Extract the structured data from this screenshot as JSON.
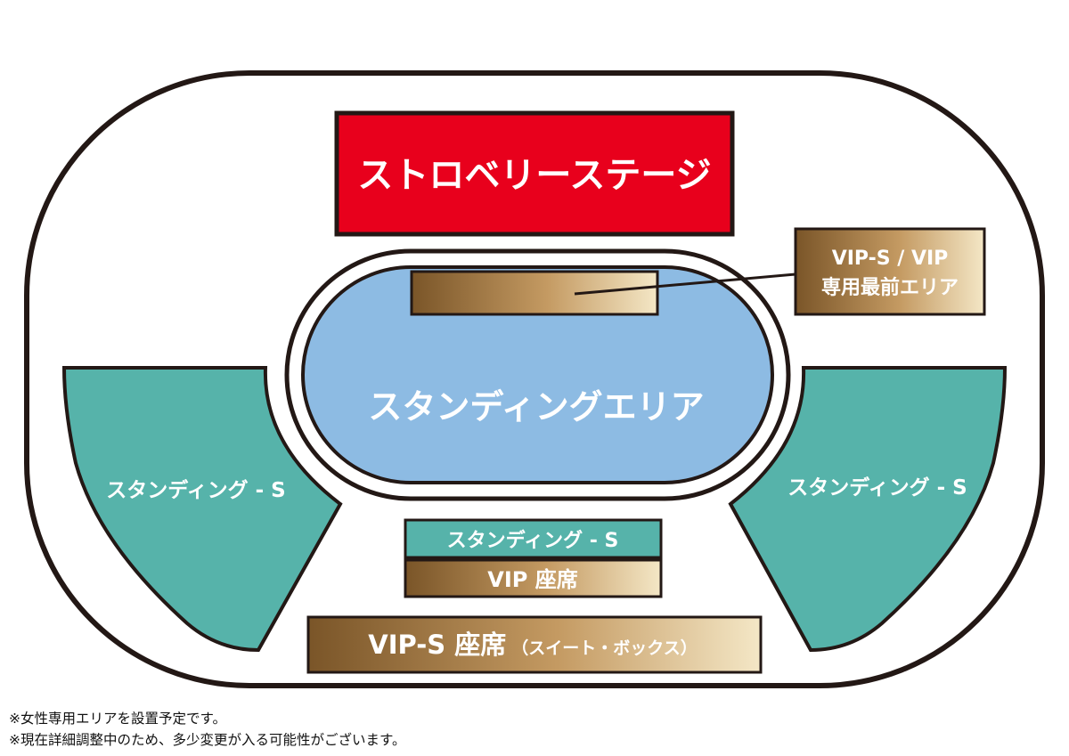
{
  "stage": {
    "label": "ストロベリーステージ"
  },
  "standing_area": {
    "label": "スタンディングエリア"
  },
  "vip_callout": {
    "line1": "VIP-S / VIP",
    "line2": "専用最前エリア"
  },
  "standing_s_left": {
    "label": "スタンディング - S"
  },
  "standing_s_right": {
    "label": "スタンディング - S"
  },
  "standing_s_center": {
    "label": "スタンディング - S"
  },
  "vip_seats": {
    "label": "VIP 座席"
  },
  "vip_s_seats": {
    "label": "VIP-S 座席",
    "sub_label": "（スイート・ボックス）"
  },
  "notes": [
    "※女性専用エリアを設置予定です。",
    "※現在詳細調整中のため、多少変更が入る可能性がございます。"
  ],
  "colors": {
    "stage": "#e8001c",
    "standing_area": "#8dbbe3",
    "standing_s": "#56b3aa",
    "gold_dark": "#7a5528",
    "gold_light": "#f4e7c6",
    "outline": "#231815"
  }
}
